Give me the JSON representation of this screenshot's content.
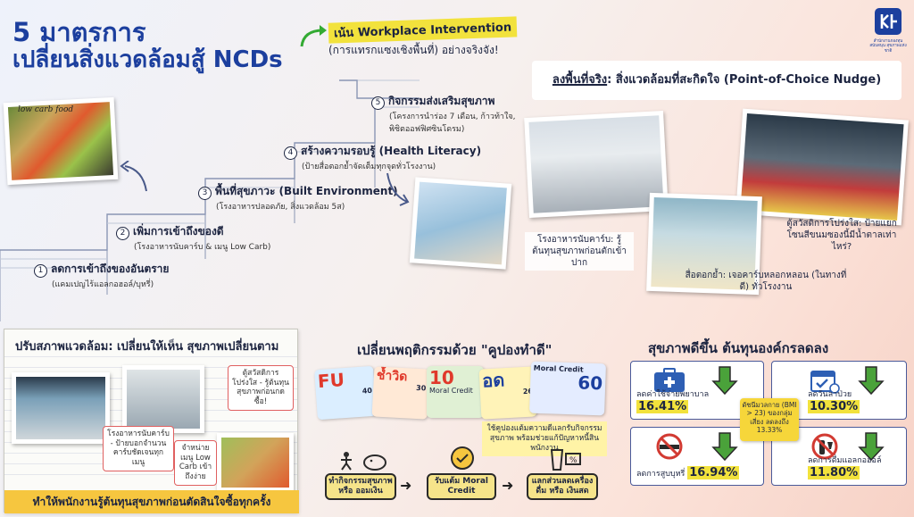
{
  "header": {
    "title_line1": "5 มาตรการ",
    "title_line2": "เปลี่ยนสิ่งแวดล้อมสู้ NCDs",
    "wi_highlight": "เน้น Workplace Intervention",
    "wi_sub": "(การแทรกแซงเชิงพื้นที่) อย่างจริงจัง!",
    "logo_text": "สำนักงานกองทุนสนับสนุน สุขภาพแห่งชาติ"
  },
  "food_label": "low carb food",
  "steps": [
    {
      "num": "1",
      "head": "ลดการเข้าถึงของอันตราย",
      "desc": "(แคมเปญไร้แอลกอฮอล์/บุหรี่)"
    },
    {
      "num": "2",
      "head": "เพิ่มการเข้าถึงของดี",
      "desc": "(โรงอาหารนับคาร์บ & เมนู Low Carb)"
    },
    {
      "num": "3",
      "head": "พื้นที่สุขภาวะ (Built Environment)",
      "desc": "(โรงอาหารปลอดภัย, สิ่งแวดล้อม 5ส)"
    },
    {
      "num": "4",
      "head": "สร้างความรอบรู้ (Health Literacy)",
      "desc": "(ป้ายสื่อตอกย้ำจัดเต็มทุกจุดทั่วโรงงาน)"
    },
    {
      "num": "5",
      "head": "กิจกรรมส่งเสริมสุขภาพ",
      "desc": "(โครงการนำร่อง 7 เดือน, ก้าวท้าใจ, พิชิตออฟฟิศซินโดรม)"
    }
  ],
  "nudge": {
    "title_prefix": "ลงพื้นที่จริง",
    "title_rest": ": สิ่งแวดล้อมที่สะกิดใจ (Point-of-Choice Nudge)",
    "cap1": "โรงอาหารนับคาร์บ: รู้ต้นทุนสุขภาพก่อนตักเข้าปาก",
    "cap2": "สื่อตอกย้ำ: เจอคาร์บหลอกหลอน (ในทางที่ดี) ทั่วโรงงาน",
    "cap3": "ตู้สวัสดิการโปร่งใส: ป้ายแยกโซนสีขนมซองนี้มีน้ำตาลเท่าไหร่?"
  },
  "notebook": {
    "title": "ปรับสภาพแวดล้อม: เปลี่ยนให้เห็น สุขภาพเปลี่ยนตาม",
    "tag1": "โรงอาหารนับคาร์บ - ป้ายบอกจำนวนคาร์บชัดเจนทุกเมนู",
    "tag2": "ตู้สวัสดิการโปร่งใส - รู้ต้นทุนสุขภาพก่อนกดซื้อ!",
    "tag3": "จำหน่ายเมนู Low Carb เข้าถึงง่าย",
    "footer": "ทำให้พนักงานรู้ต้นทุนสุขภาพก่อนตัดสินใจซื้อทุกครั้ง"
  },
  "coupons": {
    "title": "เปลี่ยนพฤติกรรมด้วย \"คูปองทำดี\"",
    "c1_big": "FU",
    "c1_val": "40",
    "c2_big": "ช้ำวิด",
    "c2_val": "30",
    "c3_big": "10",
    "c3_text": "Moral Credit",
    "c4_big": "อด",
    "c4_val": "26",
    "c5_text": "Moral Credit",
    "c5_val": "60",
    "note": "ใช้คูปองแต้มความดีแลกรับกิจกรรมสุขภาพ พร้อมช่วยแก้ปัญหาหนี้สินพนักงาน",
    "flow1": "ทำกิจกรรมสุขภาพ หรือ ออมเงิน",
    "flow2": "รับแต้ม Moral Credit",
    "flow3": "แลกส่วนลดเครื่องดื่ม หรือ เงินสด"
  },
  "health": {
    "title": "สุขภาพดีขึ้น ต้นทุนองค์กรลดลง",
    "card1_label": "ลดค่าใช้จ่ายพยาบาล",
    "card1_value": "16.41%",
    "card2_label": "ลดวันลาป่วย",
    "card2_value": "10.30%",
    "card3_label": "ลดการสูบบุหรี่",
    "card3_value": "16.94%",
    "card4_label": "ลดการดื่มแอลกอฮอล์",
    "card4_value": "11.80%",
    "badge": "ดัชนีมวลกาย (BMI > 23) ของกลุ่มเสี่ยง ลดลงถึง 13.33%"
  },
  "colors": {
    "brand": "#1c3f9e",
    "highlight": "#f2e23c",
    "arrow_green": "#4aa23a",
    "icon_blue": "#2e5fb4",
    "icon_red": "#d23a32"
  }
}
